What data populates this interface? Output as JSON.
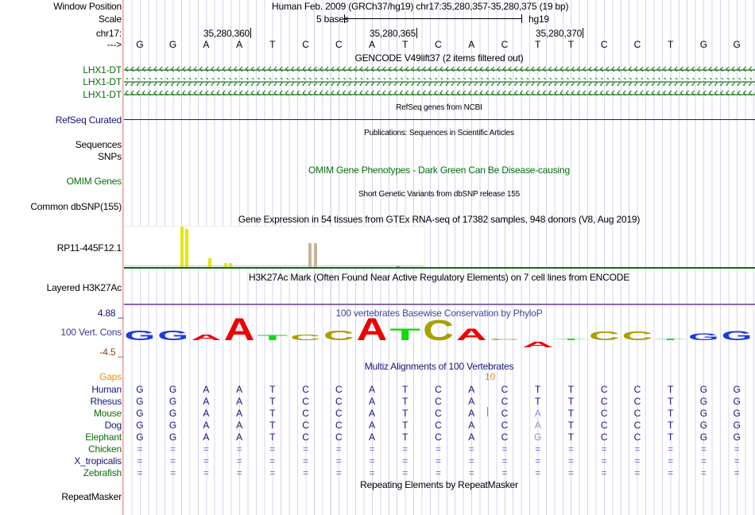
{
  "header": {
    "window_position_label": "Window Position",
    "assembly_position": "Human Feb. 2009 (GRCh37/hg19)   chr17:35,280,357-35,280,375 (19 bp)",
    "scale_label": "Scale",
    "scale_text": "5 bases",
    "scale_db": "hg19",
    "chrom_label": "chr17:",
    "ticks": [
      "35,280,360",
      "35,280,365",
      "35,280,370"
    ],
    "strand_label": "--->"
  },
  "bases": [
    "G",
    "G",
    "A",
    "A",
    "T",
    "C",
    "C",
    "A",
    "T",
    "C",
    "A",
    "C",
    "T",
    "T",
    "C",
    "C",
    "T",
    "G",
    "G"
  ],
  "tracks": {
    "gencode": {
      "title": "GENCODE V49lift37 (2 items filtered out)",
      "items": [
        "LHX1-DT",
        "LHX1-DT",
        "LHX1-DT"
      ]
    },
    "refseq": {
      "title": "RefSeq genes from NCBI",
      "label": "RefSeq Curated"
    },
    "publications": {
      "title": "Publications: Sequences in Scientific Articles",
      "labels": [
        "Sequences",
        "SNPs"
      ]
    },
    "omim": {
      "title": "OMIM Gene Phenotypes - Dark Green Can Be Disease-causing",
      "label": "OMIM Genes"
    },
    "dbsnp": {
      "title": "Short Genetic Variants from dbSNP release 155",
      "label": "Common dbSNP(155)"
    },
    "gtex": {
      "title": "Gene Expression in 54 tissues from GTEx RNA-seq of 17382 samples, 948 donors (V8, Aug 2019)",
      "label": "RP11-445F12.1",
      "bars": [
        {
          "value": 1.0,
          "color": "#e6e600"
        },
        {
          "value": 0.95,
          "color": "#e6e600"
        },
        {
          "value": 0.21,
          "color": "#e6e600"
        },
        {
          "value": 0.1,
          "color": "#e6e600"
        },
        {
          "value": 0.1,
          "color": "#e6e600"
        },
        {
          "value": 0.59,
          "color": "#c8b496"
        },
        {
          "value": 0.59,
          "color": "#c8b496"
        },
        {
          "value": 0.04,
          "color": "#a0a0a0"
        }
      ]
    },
    "h3k27ac": {
      "title": "H3K27Ac Mark (Often Found Near Active Regulatory Elements) on 7 cell lines from ENCODE",
      "label": "Layered H3K27Ac"
    },
    "phylop": {
      "title": "100 vertebrates Basewise Conservation by PhyloP",
      "label": "100 Vert. Cons",
      "max_label": "4.88 _",
      "min_label": "-4.5 _",
      "range": [
        -4.5,
        4.88
      ],
      "scores": [
        1.8,
        1.8,
        1.0,
        4.1,
        0.9,
        1.0,
        1.8,
        4.1,
        2.2,
        3.7,
        2.2,
        0.2,
        -1.0,
        0.2,
        1.6,
        1.6,
        0.2,
        1.2,
        1.7
      ],
      "logo_bases": [
        "G",
        "G",
        "A",
        "A",
        "T",
        "C",
        "C",
        "A",
        "T",
        "C",
        "A",
        "C",
        "A",
        "T",
        "C",
        "C",
        "T",
        "G",
        "G"
      ],
      "colors": {
        "A": "#ee0000",
        "C": "#aaa000",
        "G": "#1e3cdc",
        "T": "#10dc10"
      }
    },
    "multiz": {
      "title": "Multiz Alignments of 100 Vertebrates",
      "gaps_label": "Gaps",
      "gap_count": "10",
      "species": [
        {
          "name": "Human",
          "color": "#14147a",
          "seq": [
            "G",
            "G",
            "A",
            "A",
            "T",
            "C",
            "C",
            "A",
            "T",
            "C",
            "A",
            "C",
            "T",
            "T",
            "C",
            "C",
            "T",
            "G",
            "G"
          ]
        },
        {
          "name": "Rhesus",
          "color": "#14147a",
          "seq": [
            "G",
            "G",
            "A",
            "A",
            "T",
            "C",
            "C",
            "A",
            "T",
            "C",
            "A",
            "C",
            "T",
            "T",
            "C",
            "C",
            "T",
            "G",
            "G"
          ]
        },
        {
          "name": "Mouse",
          "color": "#0a6e0a",
          "seq": [
            "G",
            "G",
            "A",
            "A",
            "T",
            "C",
            "C",
            "A",
            "T",
            "C",
            "A",
            "C",
            "A",
            "T",
            "C",
            "C",
            "T",
            "G",
            "G"
          ]
        },
        {
          "name": "Dog",
          "color": "#14147a",
          "seq": [
            "G",
            "G",
            "A",
            "A",
            "T",
            "C",
            "C",
            "A",
            "T",
            "C",
            "A",
            "C",
            "A",
            "T",
            "C",
            "C",
            "T",
            "G",
            "G"
          ]
        },
        {
          "name": "Elephant",
          "color": "#0a6e0a",
          "seq": [
            "G",
            "G",
            "A",
            "A",
            "T",
            "C",
            "C",
            "A",
            "T",
            "C",
            "A",
            "C",
            "G",
            "T",
            "C",
            "C",
            "T",
            "G",
            "G"
          ]
        },
        {
          "name": "Chicken",
          "color": "#0a6e0a",
          "seq": [
            "=",
            "=",
            "=",
            "=",
            "=",
            "=",
            "=",
            "=",
            "=",
            "=",
            "=",
            "=",
            "=",
            "=",
            "=",
            "=",
            "=",
            "=",
            "="
          ]
        },
        {
          "name": "X_tropicalis",
          "color": "#14147a",
          "seq": [
            "=",
            "=",
            "=",
            "=",
            "=",
            "=",
            "=",
            "=",
            "=",
            "=",
            "=",
            "=",
            "=",
            "=",
            "=",
            "=",
            "=",
            "=",
            "="
          ]
        },
        {
          "name": "Zebrafish",
          "color": "#0a6e0a",
          "seq": [
            "=",
            "=",
            "=",
            "=",
            "=",
            "=",
            "=",
            "=",
            "=",
            "=",
            "=",
            "=",
            "=",
            "=",
            "=",
            "=",
            "=",
            "=",
            "="
          ]
        }
      ]
    },
    "repeatmasker": {
      "title": "Repeating Elements by RepeatMasker",
      "label": "RepeatMasker"
    }
  }
}
